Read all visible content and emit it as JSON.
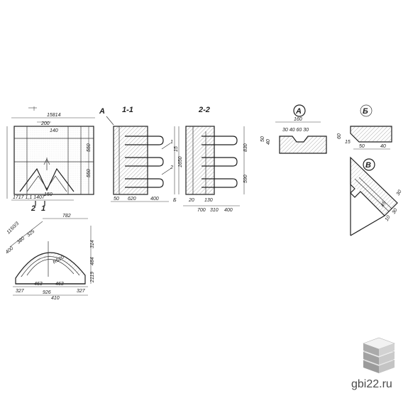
{
  "sections": {
    "s11": "1-1",
    "s22": "2-2",
    "a": "А",
    "b": "Б",
    "v": "В"
  },
  "main": {
    "width": "15814",
    "d1": "200",
    "d2": "140",
    "h1": "550",
    "h2": "550",
    "bottom": "1717 1,1 1407",
    "mid": "150",
    "cut2": "2",
    "cut1": "1",
    "side": "А"
  },
  "s11_dims": {
    "h": "1650",
    "w1": "50",
    "w2": "620",
    "w3": "400",
    "m1": "1",
    "m2": "2",
    "top": "15"
  },
  "s22_dims": {
    "h": "1650",
    "h1": "830",
    "h2": "590",
    "w1": "20",
    "w2": "130",
    "w3": "700",
    "w4": "310",
    "w5": "400",
    "g": "Б"
  },
  "detailA": {
    "top": "160",
    "d": "30 40 60 30",
    "h": "50",
    "h2": "40"
  },
  "detailB": {
    "h": "60",
    "w1": "50",
    "w2": "40",
    "n": "15"
  },
  "detailV": {
    "a": "30",
    "b": "30",
    "c": "10",
    "d": "45"
  },
  "arch": {
    "top": "782",
    "side": "1150/3",
    "r1": "400",
    "r2": "380",
    "r3": "325",
    "h1": "314",
    "h2": "484",
    "h3": "2119",
    "w1": "327",
    "w2": "463",
    "w3": "463",
    "w4": "327",
    "total": "926",
    "c1": "410",
    "inner": "R520"
  },
  "brand": {
    "site": "gbi22.ru",
    "colors": {
      "top": "#e8e8e8",
      "side": "#9a9a9a",
      "front": "#c2c2c2"
    }
  }
}
